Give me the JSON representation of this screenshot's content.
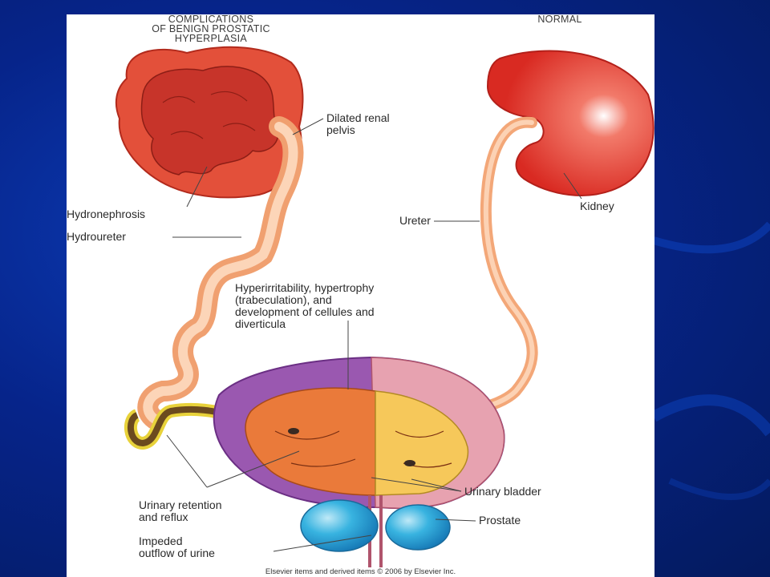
{
  "figure": {
    "header_left": "COMPLICATIONS\nOF BENIGN PROSTATIC\nHYPERPLASIA",
    "header_right": "NORMAL",
    "labels": {
      "dilated_renal_pelvis": "Dilated renal\npelvis",
      "hydronephrosis": "Hydronephrosis",
      "hydroureter": "Hydroureter",
      "ureter": "Ureter",
      "kidney": "Kidney",
      "hyperirritability": "Hyperirritability, hypertrophy\n(trabeculation), and\ndevelopment of cellules and\ndiverticula",
      "urinary_retention": "Urinary retention\nand reflux",
      "urinary_bladder": "Urinary bladder",
      "prostate": "Prostate",
      "impeded_outflow": "Impeded\noutflow of urine"
    },
    "credit": "Elsevier items and derived items © 2006 by Elsevier Inc."
  },
  "colors": {
    "kidney_red": "#e0402c",
    "ureter_peach": "#f6b58a",
    "bladder_purple": "#9a58b0",
    "prostate_blue": "#2ea8d8",
    "background_blue": "#0a2f9c"
  }
}
